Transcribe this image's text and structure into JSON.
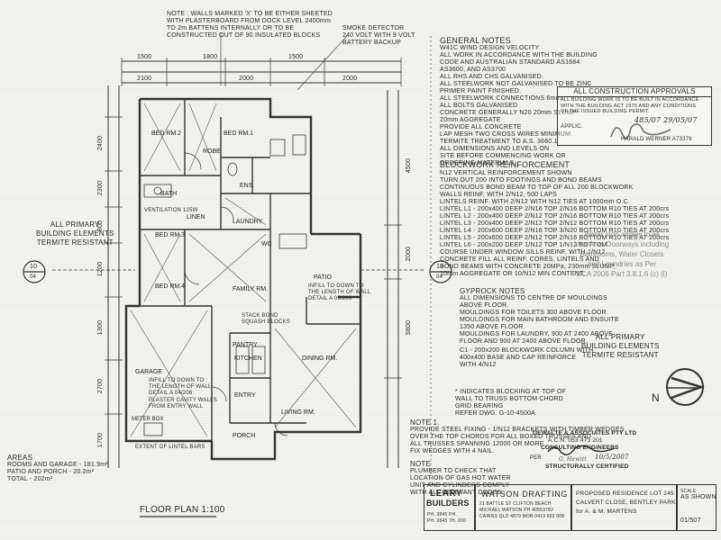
{
  "top_notes": {
    "walls_note": [
      "NOTE : WALLS MARKED 'X' TO BE EITHER SHEETED",
      "WITH PLASTERBOARD FROM DOCK LEVEL 2400mm",
      "TO 2m BATTENS INTERNALLY OR TO BE",
      "CONSTRUCTED OUT OF 90 INSULATED BLOCKS"
    ],
    "smoke_note": [
      "SMOKE DETECTOR",
      "240 VOLT WITH 9 VOLT",
      "BATTERY BACKUP"
    ]
  },
  "dimensions": {
    "top": [
      "1500",
      "1800",
      "1500"
    ],
    "top2": [
      "2100",
      "2000",
      "2000"
    ],
    "left_vertical": [
      "2400",
      "2300",
      "800",
      "1200",
      "1300",
      "2700",
      "1700"
    ],
    "right_vertical": [
      "4500",
      "2000",
      "5800"
    ]
  },
  "rooms": {
    "bed2": "BED RM.2",
    "bed1": "BED RM.1",
    "bath": "BATH",
    "ens": "ENS.",
    "laundry": "LAUNDRY",
    "wc": "WC",
    "bed3": "BED RM.3",
    "bed4": "BED RM.4",
    "family": "FAMILY RM.",
    "patio": "PATIO",
    "kitchen": "KITCHEN",
    "pantry": "PANTRY",
    "dining": "DINING RM.",
    "garage": "GARAGE",
    "entry": "ENTRY",
    "living": "LIVING RM.",
    "porch": "PORCH",
    "robe": "ROBE",
    "linen": "LINEN",
    "meter": "METER BOX"
  },
  "plan_labels": {
    "garage_note": [
      "INFILL TO DOWN TO",
      "THE LENGTH OF WALL",
      "DETAIL A 04/206"
    ],
    "patio_note": [
      "INFILL TO DOWN TO",
      "THE LENGTH OF WALL",
      "DETAIL A 05/206"
    ],
    "stack_bond": [
      "STACK BOND",
      "SQUASH BLOCKS"
    ],
    "fascia_note": "EXTENT OF LINTEL BARS",
    "plaster_note": [
      "PLASTER CAVITY WALLS",
      "FROM ENTRY WALL"
    ],
    "ventilation": "VENTILATION 125W"
  },
  "primary_left": [
    "ALL PRIMARY",
    "BUILDING ELEMENTS",
    "TERMITE RESISTANT"
  ],
  "primary_right": [
    "ALL PRIMARY",
    "BUILDING ELEMENTS",
    "TERMITE RESISTANT"
  ],
  "section_markers": {
    "left": {
      "num": "10",
      "sheet": "04"
    },
    "right": {
      "num": "10",
      "sheet": "04"
    }
  },
  "areas": {
    "title": "AREAS",
    "lines": [
      "ROOMS AND GARAGE - 181.9m²",
      "PATIO AND PORCH - 20.2m²",
      "TOTAL - 202m²"
    ]
  },
  "floor_plan_title": "FLOOR PLAN   1:100",
  "general_notes": {
    "title": "GENERAL NOTES",
    "lines": [
      "W41C WIND DESIGN VELOCITY",
      "ALL WORK IN ACCORDANCE WITH THE BUILDING",
      "CODE AND AUSTRALIAN STANDARD AS1684",
      "AS3600, AND AS3700",
      "ALL RHS AND CHS GALVANISED.",
      "ALL STEELWORK NOT GALVANISED TO BE ZINC",
      "PRIMER PAINT FINISHED.",
      "ALL STEELWORK CONNECTIONS 6mm",
      "ALL BOLTS GALVANISED",
      "CONCRETE GENERALLY N20 20mm SLUMP",
      "20mm AGGREGATE",
      "PROVIDE ALL CONCRETE",
      "LAP MESH TWO CROSS WIRES MINIMUM.",
      "TERMITE TREATMENT TO A.S. 3660.1",
      "ALL DIMENSIONS AND LEVELS ON",
      "SITE BEFORE COMMENCING WORK OR",
      "ORDERING MATERIALS."
    ]
  },
  "blockwork": {
    "title": "BLOCKWORK REINFORCEMENT",
    "lines": [
      "N12 VERTICAL REINFORCEMENT SHOWN",
      "TURN OUT 200 INTO FOOTINGS AND BOND BEAMS",
      "",
      "CONTINUOUS BOND BEAM TO TOP OF ALL 200 BLOCKWORK",
      "WALLS REINF. WITH 2/N12, 500 LAPS",
      "",
      "LINTELS REINF. WITH 2/N12 WITH N12 TIES AT 1000mm O.C.",
      "LINTEL L1 - 200x400 DEEP 2/N16 TOP 2/N16 BOTTOM R10 TIES AT 200crs",
      "LINTEL L2 - 200x400 DEEP 2/N12 TOP 2/N16 BOTTOM R10 TIES AT 200crs",
      "LINTEL L3 - 200x400 DEEP 2/N12 TOP 2/N12 BOTTOM R10 TIES AT 200crs",
      "LINTEL L4 - 200x600 DEEP 2/N16 TOP 3/N20 BOTTOM R10 TIES AT 200crs",
      "LINTEL L5 - 200x600 DEEP 2/N12 TOP 2/N16 BOTTOM R10 TIES AT 200crs",
      "LINTEL L6 - 200x200 DEEP 1/N12 TOP 1/N12 BOTTOM",
      "COURSE UNDER WINDOW SILLS REINF. WITH 1/N12",
      "",
      "CONCRETE FILL ALL REINF. CORES, LINTELS AND",
      "BOND BEAMS WITH CONCRETE 20MPa, 230mm SLUMP,",
      "10mm AGGREGATE OR 10/N12 MIN CONTENT."
    ]
  },
  "gyprock": {
    "title": "GYPROCK NOTES",
    "lines": [
      "ALL DIMENSIONS TO CENTRE OF MOULDINGS",
      "ABOVE FLOOR.",
      "MOULDINGS FOR TOILETS 300 ABOVE FLOOR.",
      "MOULDINGS FOR MAIN BATHROOM AND ENSUITE",
      "1350 ABOVE FLOOR.",
      "MOULDINGS FOR LAUNDRY, 900 AT 2400 ABOVE",
      "FLOOR AND 900 AT 2400 ABOVE FLOOR."
    ]
  },
  "column_note": [
    "C1 - 200x200 BLOCKWORK COLUMN WITH",
    "400x400 BASE AND CAP REINFORCE",
    "WITH 4/N12"
  ],
  "lintel_note": [
    "* INDICATES BLOCKING AT TOP OF",
    "WALL TO TRUSS BOTTOM CHORD",
    "GRID BEARING",
    "REFER DWG. G-10-4500A"
  ],
  "note1": {
    "title": "NOTE 1.",
    "lines": [
      "PROVIDE STEEL FIXING - 1/N12 BRACKETS WITH TIMBER WEDGES",
      "OVER THE TOP CHORDS FOR ALL BOXED TRUSSES AND",
      "ALL TRUSSES SPANNING 12000 OR MORE",
      "FIX WEDGES WITH 4 NAIL."
    ]
  },
  "note_plumber": {
    "title": "NOTE",
    "lines": [
      "PLUMBER TO CHECK THAT",
      "LOCATION OF GAS HOT WATER",
      "UNIT AND CYLINDERS COMPLY",
      "WITH ALL RELEVANT CODES."
    ]
  },
  "approvals": {
    "title": "ALL CONSTRUCTION APPROVALS",
    "lines": [
      "ALL BUILDING WORK IS TO BE BUILT IN ACCORDANCE",
      "WITH THE BUILDING ACT 1975 AND ANY CONDITIONS",
      "OF THE ISSUED BUILDING PERMIT."
    ],
    "applic": "APPLIC.",
    "hand_date": "485/07  29/05/07",
    "approver": "HARALD WERNER A73379"
  },
  "wet_areas": [
    "Water stop angles to all",
    "Wet Area Doorways including",
    "Bathrooms, Water Closets",
    "and Laundries as Per",
    "BCA 2006 Part 3.8.1.6 (c) (i)"
  ],
  "north": "N",
  "engineer": {
    "company": "TIEWALTE & ASSOCIATES PTY LTD",
    "acn": "A.C.N. 053 473 201",
    "role": "CONSULTING ENGINEERS",
    "per_label": "PER",
    "signature": "G. Hewitt",
    "date": "10/5/2007",
    "certified": "STRUCTURALLY CERTIFIED"
  },
  "builder_logo": [
    "LEARY",
    "BUILDERS"
  ],
  "builder_lines": [
    "PH. 3845 PH.",
    "PH. 3845 7H. 000"
  ],
  "drafting": {
    "name": "WATSON DRAFTING",
    "lines": [
      "21 BATTLE ST CLIFTON BEACH",
      "MICHAEL WATSON    PH 40553782",
      "CAIRNS QLD 4879    MOB 0419 602 008"
    ]
  },
  "project": {
    "lines": [
      "PROPOSED RESIDENCE LOT 245",
      "CALVERT CLOSE, BENTLEY PARK",
      "for  A. & M. MARTENS"
    ],
    "scale_label": "SCALE",
    "scale": "AS SHOWN",
    "drawing_no": "01/507"
  }
}
